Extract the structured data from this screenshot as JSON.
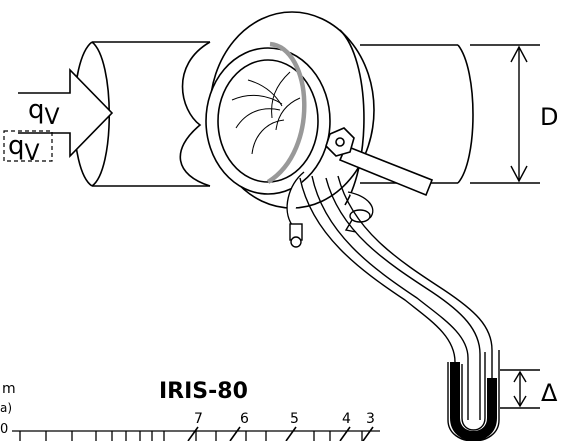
{
  "labels": {
    "flow_solid": "q",
    "flow_solid_sub": "V",
    "flow_dashed": "q",
    "flow_dashed_sub": "V",
    "diameter": "D",
    "pressure_diff": "Δ",
    "product_name": "IRIS-80",
    "axis_unit_partial": "m",
    "axis_unit_partial2": "a)",
    "axis_start_partial": "0"
  },
  "scale_markers": [
    "7",
    "6",
    "5",
    "4",
    "3"
  ],
  "colors": {
    "stroke": "#000000",
    "ring_accent": "#999999",
    "background": "#ffffff"
  },
  "icons": {
    "flow_arrow": "arrow-right-icon",
    "manometer": "u-tube-manometer-icon",
    "adjust_wrench": "wrench-icon"
  }
}
